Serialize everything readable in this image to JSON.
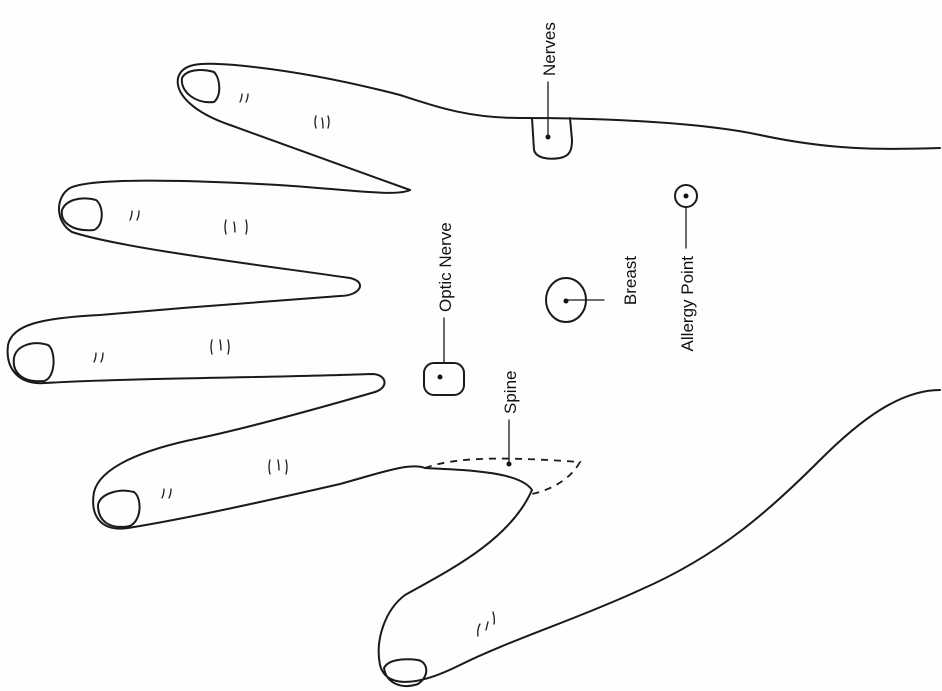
{
  "labels": {
    "nerves": "Nerves",
    "optic_nerve": "Optic Nerve",
    "breast": "Breast",
    "spine": "Spine",
    "allergy_point": "Allergy Point"
  }
}
